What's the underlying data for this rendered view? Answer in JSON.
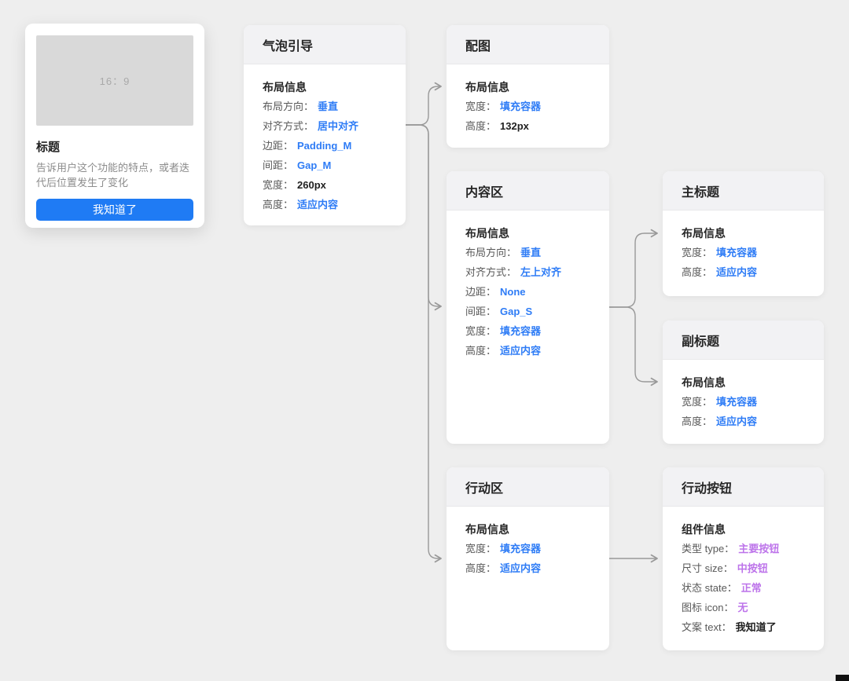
{
  "colors": {
    "accent_blue": "#2e7cf6",
    "accent_purple": "#bd74ea",
    "button_blue": "#1f7bf4",
    "connector_gray": "#999999"
  },
  "preview_card": {
    "ratio_label": "16：9",
    "title": "标题",
    "description": "告诉用户这个功能的特点，或者迭代后位置发生了变化",
    "button_label": "我知道了"
  },
  "nodes": [
    {
      "title": "气泡引导",
      "section": "布局信息",
      "rows": [
        {
          "label": "布局方向：",
          "value": "垂直"
        },
        {
          "label": "对齐方式：",
          "value": "居中对齐"
        },
        {
          "label": "边距：",
          "value": "Padding_M"
        },
        {
          "label": "间距：",
          "value": "Gap_M"
        },
        {
          "label": "宽度：",
          "value": "260px"
        },
        {
          "label": "高度：",
          "value": "适应内容"
        }
      ]
    },
    {
      "title": "配图",
      "section": "布局信息",
      "rows": [
        {
          "label": "宽度：",
          "value": "填充容器"
        },
        {
          "label": "高度：",
          "value": "132px"
        }
      ]
    },
    {
      "title": "内容区",
      "section": "布局信息",
      "rows": [
        {
          "label": "布局方向：",
          "value": "垂直"
        },
        {
          "label": "对齐方式：",
          "value": "左上对齐"
        },
        {
          "label": "边距：",
          "value": "None"
        },
        {
          "label": "间距：",
          "value": "Gap_S"
        },
        {
          "label": "宽度：",
          "value": "填充容器"
        },
        {
          "label": "高度：",
          "value": "适应内容"
        }
      ]
    },
    {
      "title": "主标题",
      "section": "布局信息",
      "rows": [
        {
          "label": "宽度：",
          "value": "填充容器"
        },
        {
          "label": "高度：",
          "value": "适应内容"
        }
      ]
    },
    {
      "title": "副标题",
      "section": "布局信息",
      "rows": [
        {
          "label": "宽度：",
          "value": "填充容器"
        },
        {
          "label": "高度：",
          "value": "适应内容"
        }
      ]
    },
    {
      "title": "行动区",
      "section": "布局信息",
      "rows": [
        {
          "label": "宽度：",
          "value": "填充容器"
        },
        {
          "label": "高度：",
          "value": "适应内容"
        }
      ]
    },
    {
      "title": "行动按钮",
      "section": "组件信息",
      "rows": [
        {
          "label": "类型 type：",
          "value": "主要按钮"
        },
        {
          "label": "尺寸 size：",
          "value": "中按钮"
        },
        {
          "label": "状态 state：",
          "value": "正常"
        },
        {
          "label": "图标 icon：",
          "value": "无"
        },
        {
          "label": "文案 text：",
          "value": "我知道了"
        }
      ]
    }
  ]
}
